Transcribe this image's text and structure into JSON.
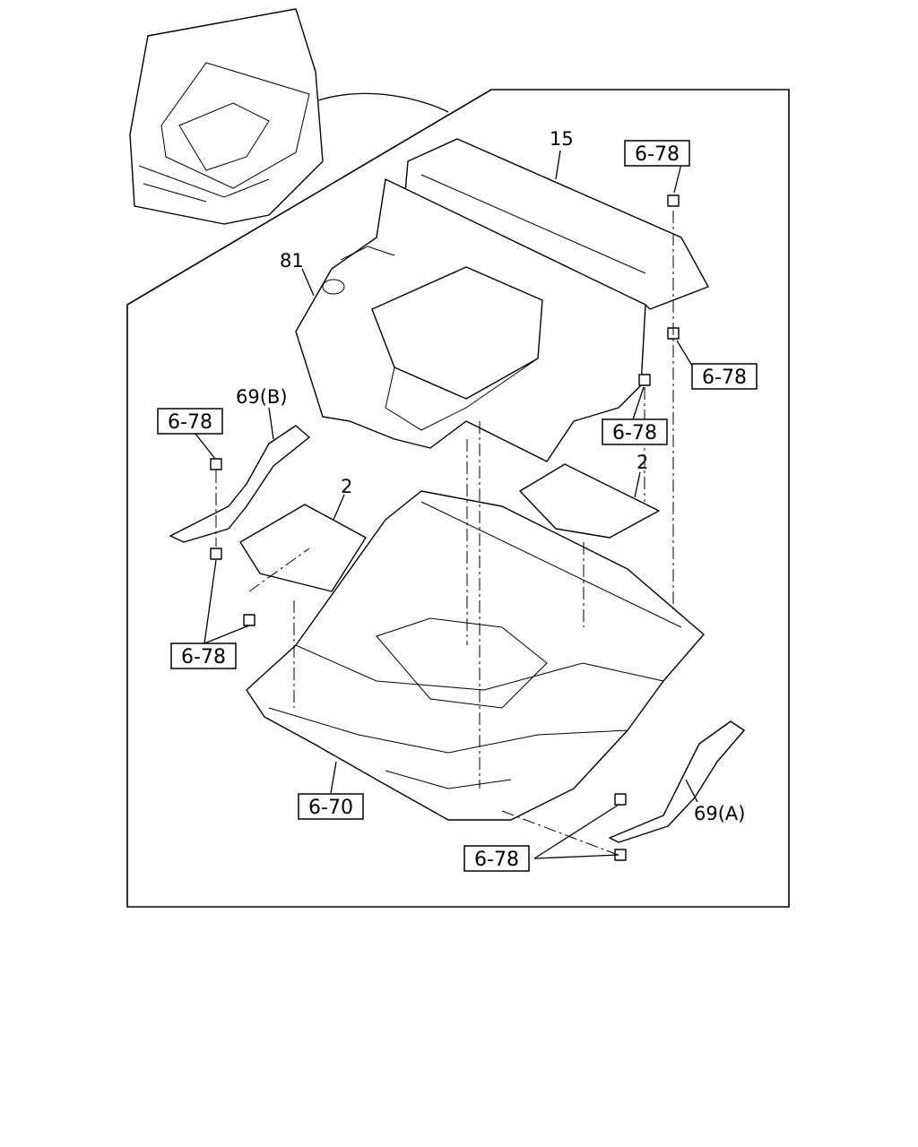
{
  "callouts": {
    "part_15": "15",
    "part_81": "81",
    "part_69b": "69(B)",
    "part_2_left": "2",
    "part_2_right": "2",
    "part_69a": "69(A)"
  },
  "refs": {
    "ref_top_bolt": "6-78",
    "ref_right_bolt": "6-78",
    "ref_mid_bolt": "6-78",
    "ref_left_upper": "6-78",
    "ref_left_lower": "6-78",
    "ref_floor": "6-70",
    "ref_bottom": "6-78"
  }
}
